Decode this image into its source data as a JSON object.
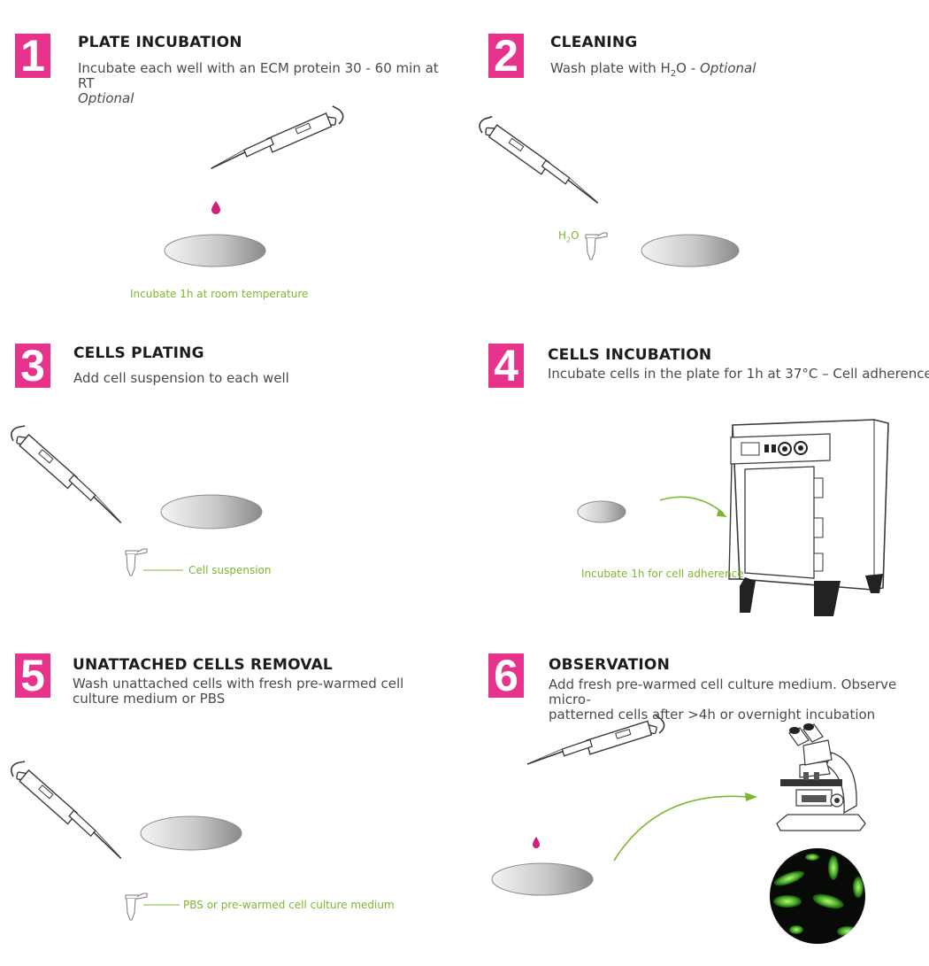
{
  "colors": {
    "accent_magenta": "#e8338d",
    "label_green": "#7cb82f",
    "title_dark": "#1c1c1c",
    "text_gray": "#4a4a4a",
    "droplet": "#d11f7a"
  },
  "steps": [
    {
      "number": "1",
      "title": "PLATE INCUBATION",
      "description": "Incubate each well with an ECM protein 30 - 60 min at RT",
      "description_italic": "Optional",
      "label": "Incubate 1h at room temperature"
    },
    {
      "number": "2",
      "title": "CLEANING",
      "description_prefix": "Wash plate with H",
      "description_sub": "2",
      "description_suffix": "O - ",
      "description_italic": "Optional",
      "label_main": "H",
      "label_sub": "2",
      "label_end": "O"
    },
    {
      "number": "3",
      "title": "CELLS PLATING",
      "description": "Add cell suspension to each well",
      "label": "Cell suspension"
    },
    {
      "number": "4",
      "title": "CELLS INCUBATION",
      "description": "Incubate cells in the plate for 1h at 37°C – Cell adherence",
      "label": "Incubate 1h for cell adherence"
    },
    {
      "number": "5",
      "title": "UNATTACHED CELLS REMOVAL",
      "description_line1": "Wash unattached cells with fresh pre-warmed cell",
      "description_line2": "culture medium or PBS",
      "label": "PBS or pre-warmed cell culture medium"
    },
    {
      "number": "6",
      "title": "OBSERVATION",
      "description_line1": "Add fresh pre-warmed cell culture medium. Observe micro-",
      "description_line2": "patterned cells after >4h or overnight incubation"
    }
  ]
}
